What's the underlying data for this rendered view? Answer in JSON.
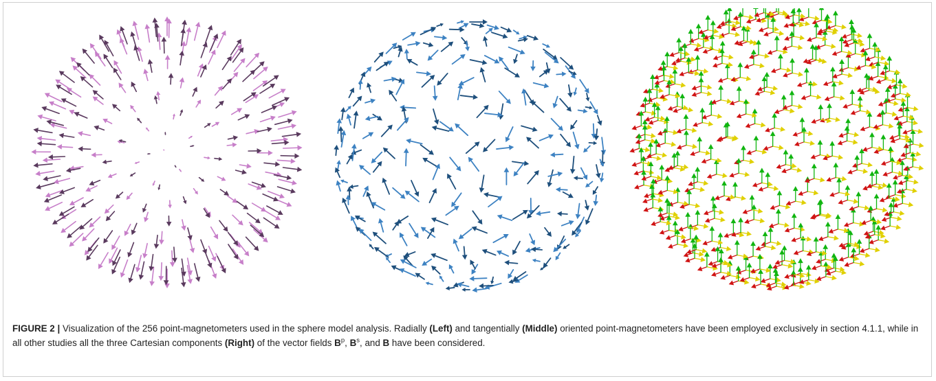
{
  "figure": {
    "panels": [
      {
        "id": "left",
        "name": "radial",
        "arrow_color": "#c77fc9",
        "arrow_dark": "#5a3a5e"
      },
      {
        "id": "middle",
        "name": "tangential",
        "arrow_color": "#3d82c2",
        "arrow_dark": "#1e4f7c"
      },
      {
        "id": "right",
        "name": "cartesian",
        "colors": {
          "x": "#d01414",
          "y": "#e0d000",
          "z": "#10b510"
        }
      }
    ],
    "count": 256
  },
  "caption": {
    "label": "FIGURE 2 |",
    "t1": " Visualization of the 256 point-magnetometers used in the sphere model analysis. Radially ",
    "left": "(Left)",
    "t2": " and tangentially ",
    "middle": "(Middle)",
    "t3": " oriented point-magnetometers have been employed exclusively in section 4.1.1, while in all other studies all the three Cartesian components ",
    "right": "(Right)",
    "t4": " of the vector fields ",
    "B": "B",
    "p": "p",
    "comma1": ", ",
    "s": "s",
    "t5": ", and ",
    "t6": " have been considered."
  }
}
